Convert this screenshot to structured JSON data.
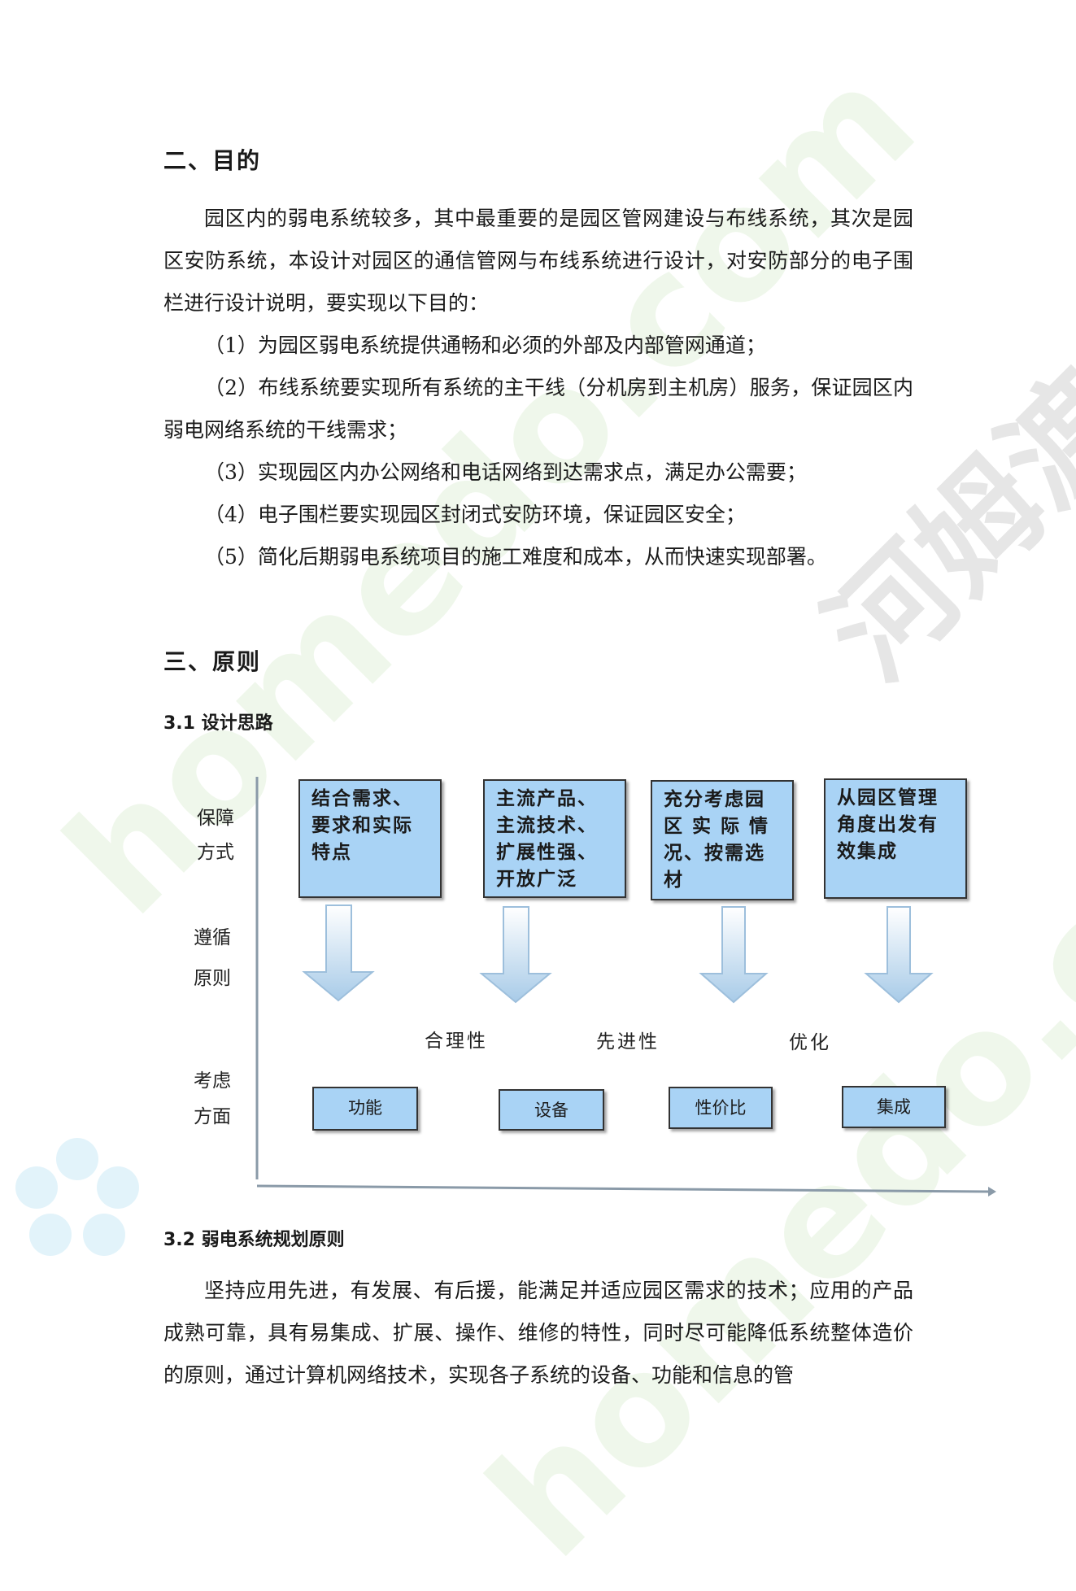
{
  "watermark": {
    "site": "homedo.com",
    "brand_cn": "河姆渡"
  },
  "section2": {
    "heading": "二、目的",
    "intro": "园区内的弱电系统较多，其中最重要的是园区管网建设与布线系统，其次是园区安防系统，本设计对园区的通信管网与布线系统进行设计，对安防部分的电子围栏进行设计说明，要实现以下目的：",
    "items": [
      "（1）为园区弱电系统提供通畅和必须的外部及内部管网通道；",
      "（2）布线系统要实现所有系统的主干线（分机房到主机房）服务，保证园区内弱电网络系统的干线需求；",
      "（3）实现园区内办公网络和电话网络到达需求点，满足办公需要；",
      "（4）电子围栏要实现园区封闭式安防环境，保证园区安全；",
      "（5）简化后期弱电系统项目的施工难度和成本，从而快速实现部署。"
    ]
  },
  "section3": {
    "heading": "三、原则",
    "sub1": "3.1 设计思路",
    "diagram": {
      "row_labels": [
        "保障\n方式",
        "遵循\n原则",
        "考虑\n方面"
      ],
      "top_boxes": [
        "结合需求、\n要求和实际\n特点",
        "主流产品、\n主流技术、\n扩展性强、\n开放广泛",
        "充分考虑园\n区 实 际 情\n况、按需选\n材",
        "从园区管理\n角度出发有\n效集成"
      ],
      "principles": [
        "合理性",
        "先进性",
        "优化"
      ],
      "bottom_boxes": [
        "功能",
        "设备",
        "性价比",
        "集成"
      ],
      "colors": {
        "box_fill": "#a9d3f5",
        "arrow_fill": "#b5d4ec",
        "border": "#333333"
      }
    },
    "sub2": "3.2 弱电系统规划原则",
    "para2": "坚持应用先进，有发展、有后援，能满足并适应园区需求的技术；应用的产品成熟可靠，具有易集成、扩展、操作、维修的特性，同时尽可能降低系统整体造价的原则，通过计算机网络技术，实现各子系统的设备、功能和信息的管"
  }
}
